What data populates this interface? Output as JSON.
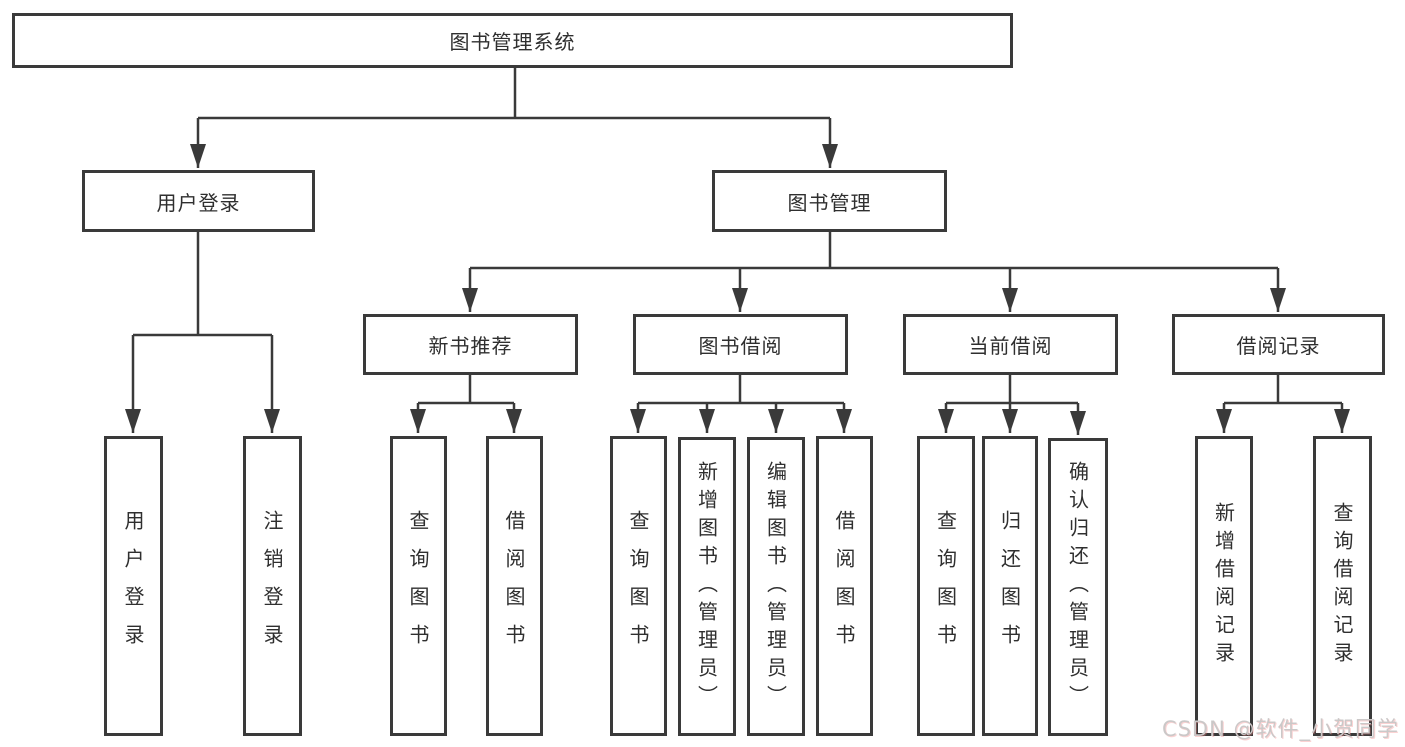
{
  "diagram": {
    "root": {
      "label": "图书管理系统"
    },
    "level2": [
      {
        "label": "用户登录"
      },
      {
        "label": "图书管理"
      }
    ],
    "level3": [
      {
        "label": "新书推荐"
      },
      {
        "label": "图书借阅"
      },
      {
        "label": "当前借阅"
      },
      {
        "label": "借阅记录"
      }
    ],
    "leaves": {
      "user_login": [
        "用户登录",
        "注销登录"
      ],
      "new_book": [
        "查询图书",
        "借阅图书"
      ],
      "book_borrow": [
        "查询图书",
        "新增图书（管理员）",
        "编辑图书（管理员）",
        "借阅图书"
      ],
      "current_borrow": [
        "查询图书",
        "归还图书",
        "确认归还（管理员）"
      ],
      "borrow_record": [
        "新增借阅记录",
        "查询借阅记录"
      ]
    }
  },
  "watermark": "CSDN @软件_小贺同学",
  "colors": {
    "line": "#3a3a3a",
    "text": "#2f2f2f",
    "background": "#ffffff"
  }
}
